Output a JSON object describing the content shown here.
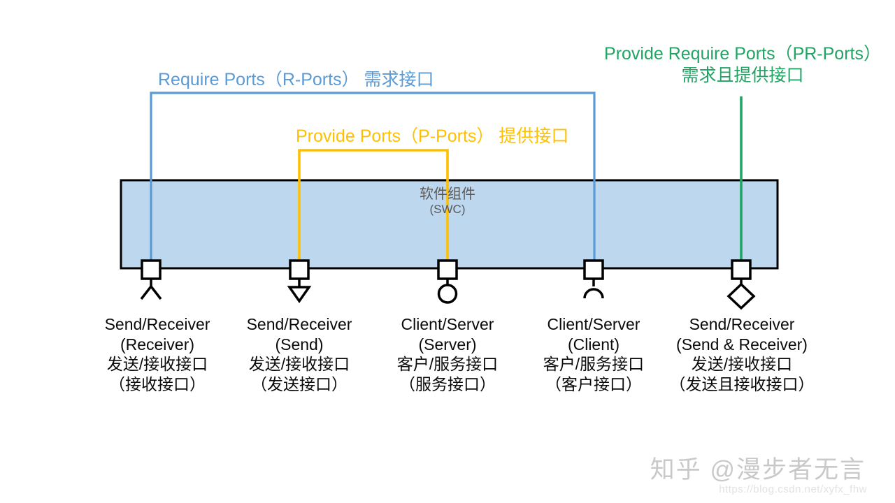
{
  "titles": {
    "require_ports": "Require Ports（R-Ports） 需求接口",
    "provide_ports": "Provide Ports（P-Ports） 提供接口",
    "provide_require_ports_line1": "Provide Require Ports（PR-Ports）",
    "provide_require_ports_line2": "需求且提供接口"
  },
  "swc": {
    "name": "软件组件",
    "abbr": "(SWC)"
  },
  "colors": {
    "require_ports_blue": "#5B9BD5",
    "provide_ports_orange": "#FFC000",
    "provide_require_green": "#21A464",
    "swc_fill": "#BDD7EE",
    "outline_black": "#000000",
    "swc_text_gray": "#595959"
  },
  "ports": [
    {
      "icon": "fork-receiver-icon",
      "lines": [
        "Send/Receiver",
        "(Receiver)",
        "发送/接收接口",
        "（接收接口）"
      ]
    },
    {
      "icon": "triangle-send-icon",
      "lines": [
        "Send/Receiver",
        "(Send)",
        "发送/接收接口",
        "（发送接口）"
      ]
    },
    {
      "icon": "circle-server-icon",
      "lines": [
        "Client/Server",
        "(Server)",
        "客户/服务接口",
        "（服务接口）"
      ]
    },
    {
      "icon": "arc-client-icon",
      "lines": [
        "Client/Server",
        "(Client)",
        "客户/服务接口",
        "（客户接口）"
      ]
    },
    {
      "icon": "diamond-send-receiver-icon",
      "lines": [
        "Send/Receiver",
        "(Send & Receiver)",
        "发送/接收接口",
        "（发送且接收接口）"
      ]
    }
  ],
  "watermark": {
    "text": "知乎 @漫步者无言",
    "url": "https://blog.csdn.net/xyfx_fhw"
  }
}
